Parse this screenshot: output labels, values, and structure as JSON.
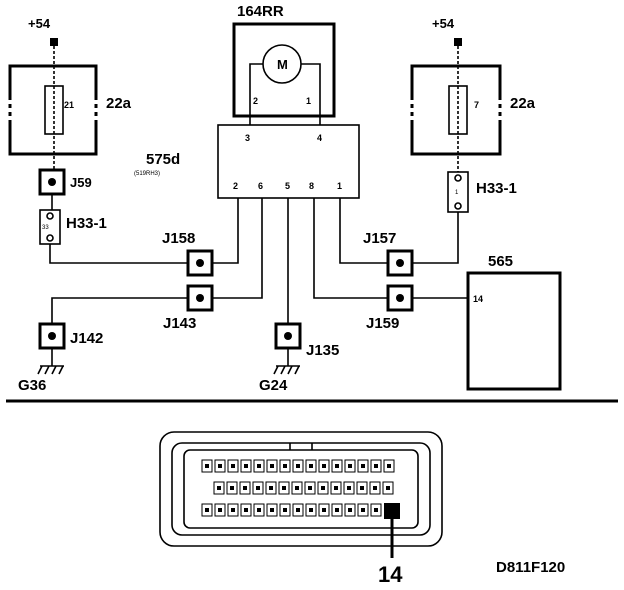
{
  "supply_left": "+54",
  "supply_right": "+54",
  "motor": {
    "label": "164RR",
    "symbol": "M",
    "pin_left": "2",
    "pin_right": "1"
  },
  "module": {
    "label": "575d",
    "sublabel": "(519RH3)",
    "top_pins": [
      "3",
      "4"
    ],
    "bottom_pins": [
      "2",
      "6",
      "5",
      "8",
      "1"
    ]
  },
  "fuse_left": {
    "box_label": "22a",
    "fuse_number": "21"
  },
  "fuse_right": {
    "box_label": "22a",
    "fuse_number": "7"
  },
  "connector_left": {
    "label": "H33-1",
    "pin": "33"
  },
  "connector_right": {
    "label": "H33-1",
    "pin": "1"
  },
  "joints": {
    "j59": "J59",
    "j158": "J158",
    "j143": "J143",
    "j142": "J142",
    "j135": "J135",
    "j157": "J157",
    "j159": "J159"
  },
  "grounds": {
    "g36": "G36",
    "g24": "G24"
  },
  "unit_565": {
    "label": "565",
    "pin": "14"
  },
  "dlc": {
    "pin_callout": "14"
  },
  "diagram_id": "D811F120"
}
